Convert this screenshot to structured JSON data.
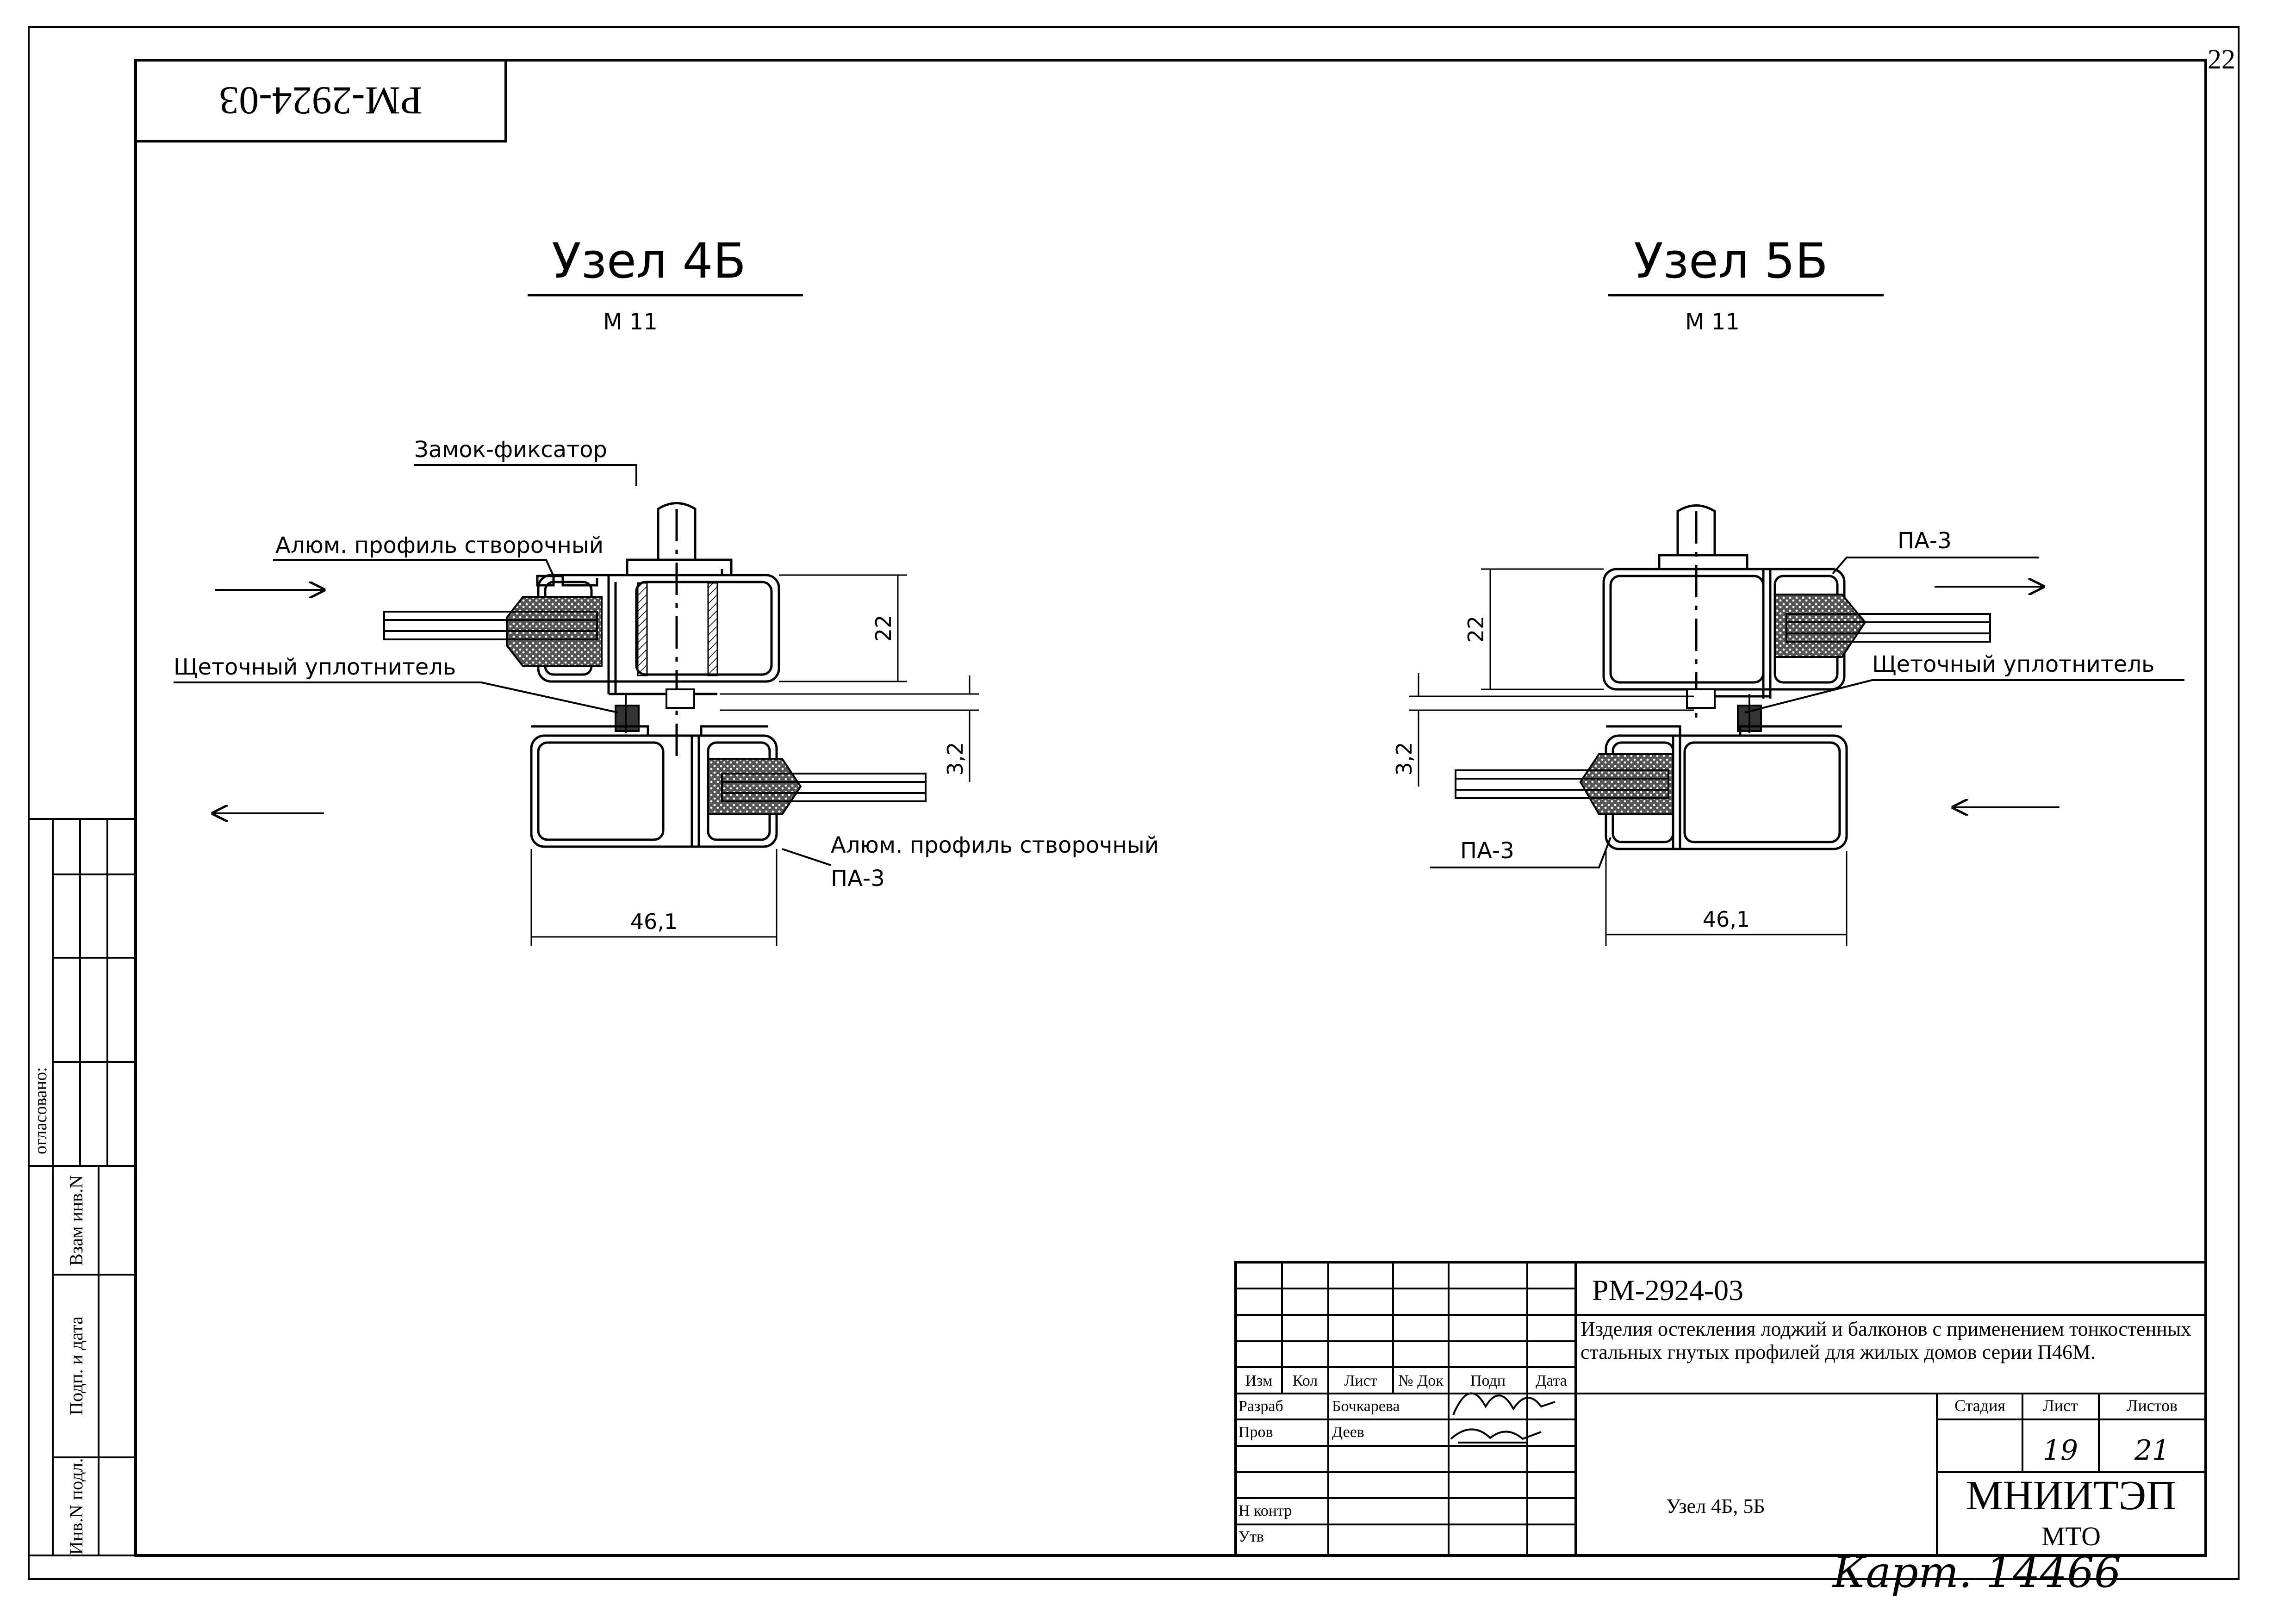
{
  "page_number": "22",
  "stamp_code": "РМ-2924-03",
  "nodes": [
    {
      "title": "Узел 4Б",
      "scale": "М 11",
      "labels": {
        "lock": "Замок-фиксатор",
        "profile_top": "Алюм. профиль створочный",
        "brush_seal": "Щеточный уплотнитель",
        "profile_bottom": "Алюм. профиль створочный",
        "pa": "ПА-3"
      },
      "dims": {
        "height": "22",
        "gap": "3,2",
        "width": "46,1"
      }
    },
    {
      "title": "Узел 5Б",
      "scale": "М 11",
      "labels": {
        "pa_top": "ПА-3",
        "brush_seal": "Щеточный уплотнитель",
        "pa_bottom": "ПА-3"
      },
      "dims": {
        "height": "22",
        "gap": "3,2",
        "width": "46,1"
      }
    }
  ],
  "left_strip": {
    "soglasovano": "огласовано:",
    "vzam_inv": "Взам инв.N",
    "podp_data": "Подп. и дата",
    "inv_podl": "Инв.N подл."
  },
  "title_block": {
    "doc_code": "РМ-2924-03",
    "description": "Изделия остекления лоджий и балконов с применением тонкостенных стальных гнутых профилей для жилых домов серии П46М.",
    "columns": [
      "Изм",
      "Кол",
      "Лист",
      "№ Док",
      "Подп",
      "Дата"
    ],
    "roles": [
      {
        "role": "Разраб",
        "name": "Бочкарева"
      },
      {
        "role": "Пров",
        "name": "Деев"
      },
      {
        "role": "",
        "name": ""
      },
      {
        "role": "Н контр",
        "name": ""
      },
      {
        "role": "Утв",
        "name": ""
      }
    ],
    "sheet_title": "Узел 4Б, 5Б",
    "stage_label": "Стадия",
    "sheet_label": "Лист",
    "sheets_label": "Листов",
    "sheet_value": "19",
    "sheets_value": "21",
    "org": "МНИИТЭП",
    "org_sub": "МТО"
  },
  "archive_note": "Карт. 14466"
}
